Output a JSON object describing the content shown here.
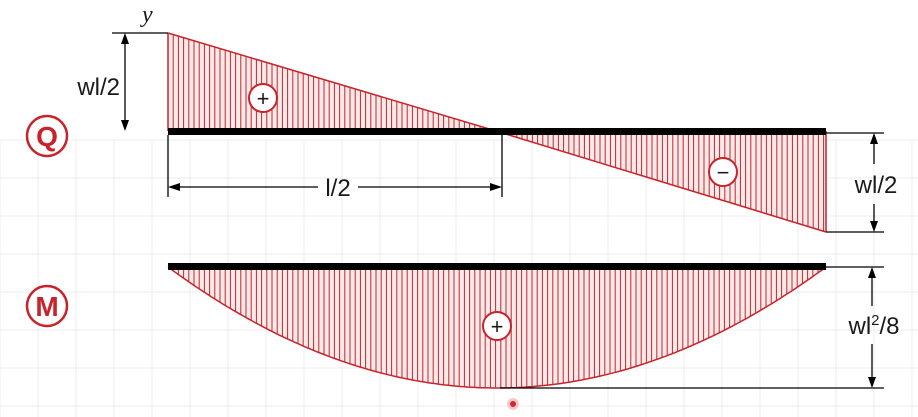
{
  "colors": {
    "hatch": "#c8232b",
    "beam": "#000000",
    "dim": "#000000",
    "badge": "#c8232b",
    "text": "#1a1a1a",
    "grid": "#eeeeee"
  },
  "shear_diagram": {
    "badge": "Q",
    "axis_label": "y",
    "left_value_label": "wl/2",
    "right_value_label": "wl/2",
    "span_label": "l/2",
    "positive_sign": "+",
    "negative_sign": "−"
  },
  "moment_diagram": {
    "badge": "M",
    "value_label_base": "wl",
    "value_label_exp": "2",
    "value_label_tail": "/8",
    "positive_sign": "+"
  }
}
